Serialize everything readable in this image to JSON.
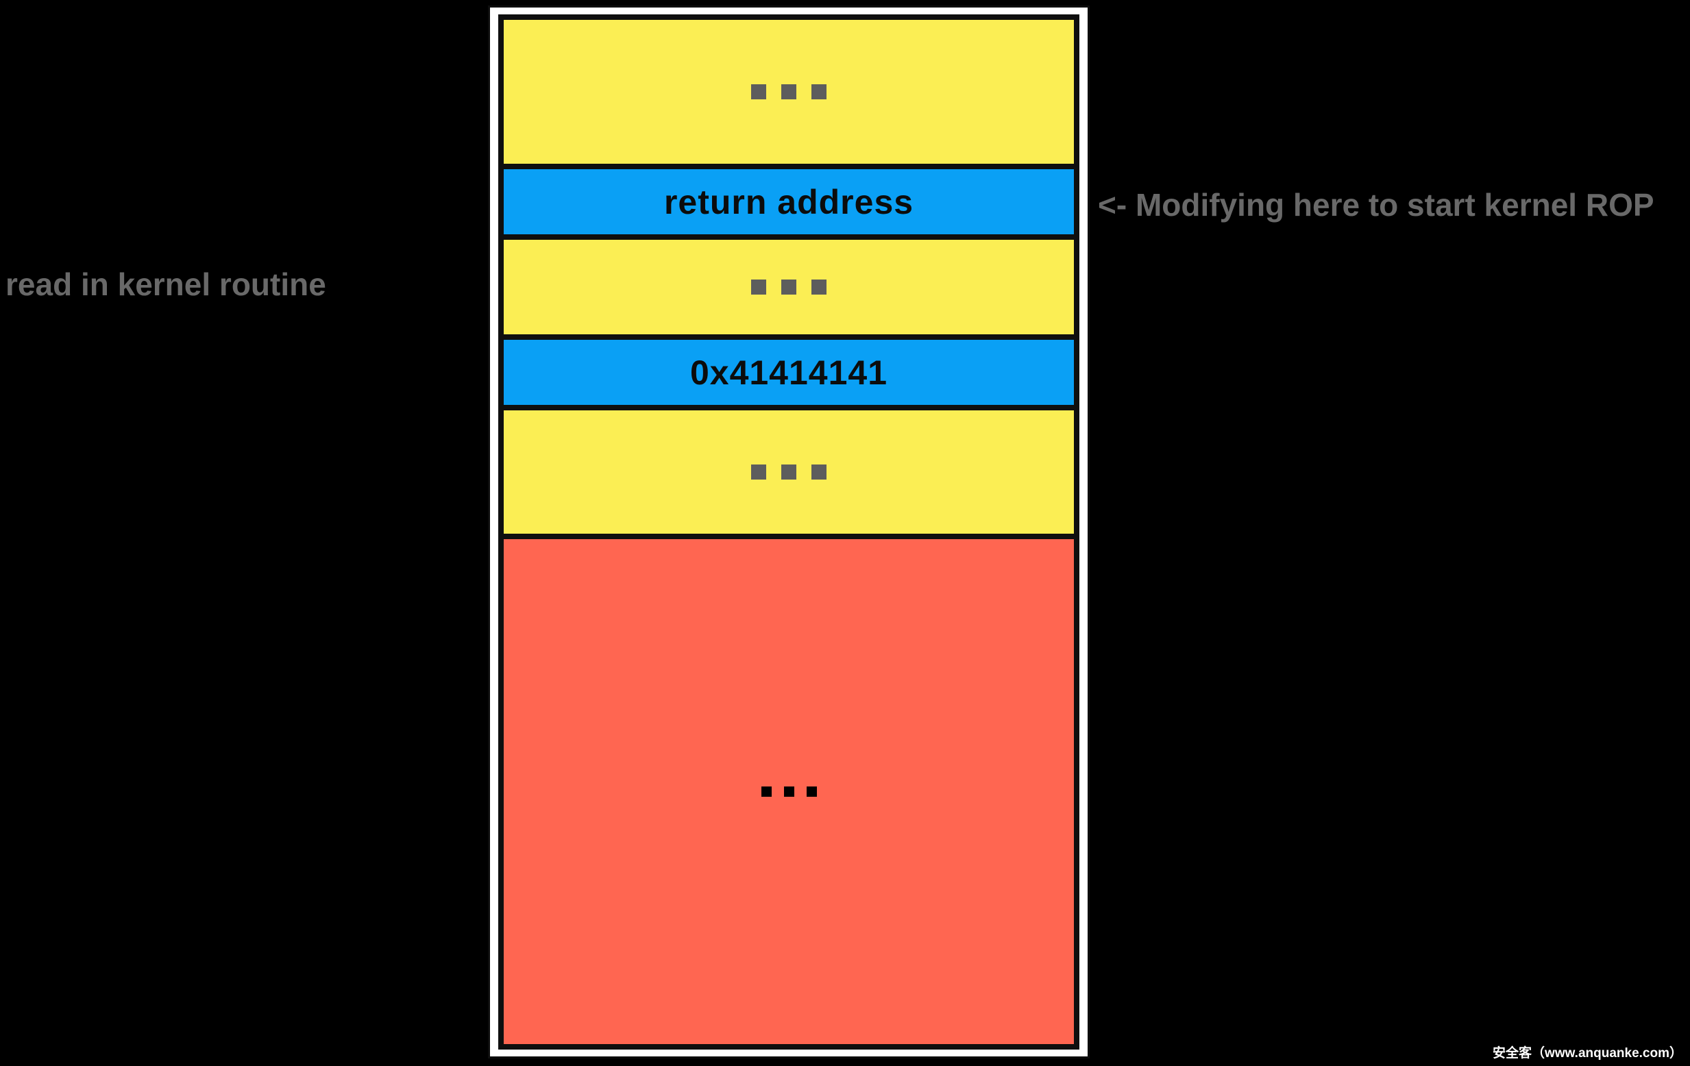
{
  "diagram": {
    "rows": [
      {
        "id": "filler-top",
        "kind": "filler",
        "color": "#fbee54",
        "label": "..."
      },
      {
        "id": "return-address",
        "kind": "value",
        "color": "#0aa0f5",
        "label": "return address"
      },
      {
        "id": "filler-middle-1",
        "kind": "filler",
        "color": "#fbee54",
        "label": "..."
      },
      {
        "id": "overwrite-value",
        "kind": "value",
        "color": "#0aa0f5",
        "label": "0x41414141"
      },
      {
        "id": "filler-middle-2",
        "kind": "filler",
        "color": "#fbee54",
        "label": "..."
      },
      {
        "id": "buffer-region",
        "kind": "filler",
        "color": "#ff6651",
        "label": "..."
      }
    ]
  },
  "annotations": {
    "left_note": "read in kernel routine",
    "right_note": "<- Modifying here to start kernel ROP"
  },
  "watermark": {
    "text": "安全客（www.anquanke.com）"
  },
  "colors": {
    "background": "#000000",
    "frame": "#ffffff",
    "border": "#0f0f0f",
    "filler_yellow": "#fbee54",
    "value_blue": "#0aa0f5",
    "buffer_red": "#ff6651",
    "note_gray": "#696969",
    "dot_gray": "#5d5d5d",
    "watermark_white": "#ffffff"
  }
}
